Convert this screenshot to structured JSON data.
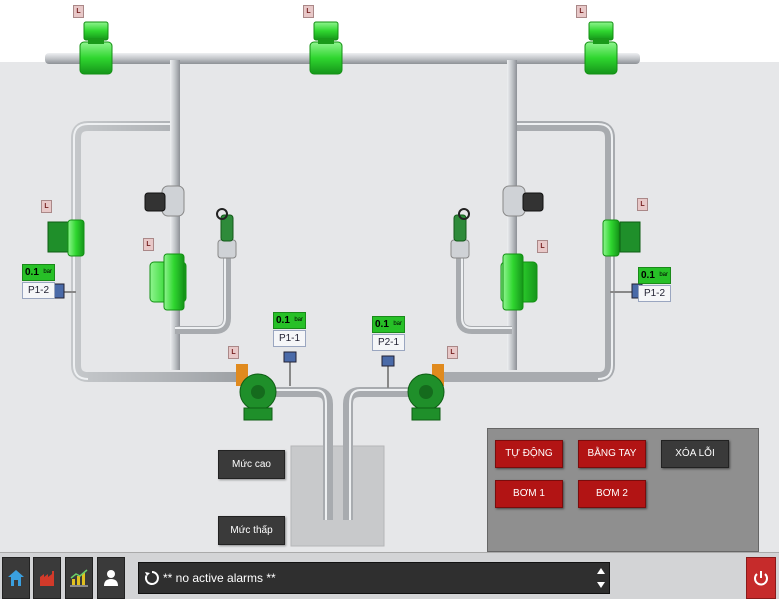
{
  "gauges": {
    "p1_2_left": {
      "value": "0.1",
      "unit": "bar",
      "name": "P1-2"
    },
    "p1_1": {
      "value": "0.1",
      "unit": "bar",
      "name": "P1-1"
    },
    "p2_1": {
      "value": "0.1",
      "unit": "bar",
      "name": "P2-1"
    },
    "p1_2_right": {
      "value": "0.1",
      "unit": "bar",
      "name": "P1-2"
    }
  },
  "flag_label": "L",
  "level_buttons": {
    "high": "Mức cao",
    "low": "Mức thấp"
  },
  "control_panel": {
    "auto": "TỰ ĐỘNG",
    "manual": "BẰNG TAY",
    "reset_error": "XÓA LỖI",
    "pump1": "BƠM 1",
    "pump2": "BƠM 2"
  },
  "alarm_bar": {
    "text": "** no active alarms **"
  },
  "icons": {
    "nav": [
      "home-icon",
      "factory-icon",
      "trend-chart-icon",
      "user-icon"
    ],
    "refresh": "refresh-icon",
    "scroll": [
      "scroll-up-icon",
      "scroll-down-icon"
    ],
    "power": "power-icon"
  },
  "colors": {
    "pipe": "#b9bcc0",
    "equipment_green": "#33dd33",
    "pump_green": "#1f8f2a",
    "alarm_red": "#b21414",
    "home_blue": "#3aa0e0"
  }
}
